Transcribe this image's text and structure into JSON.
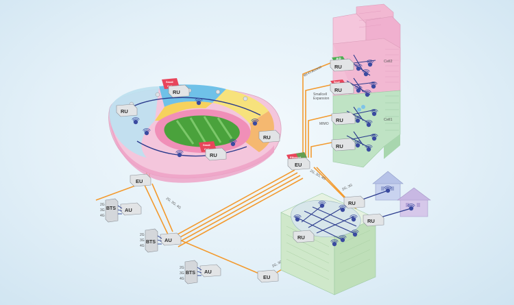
{
  "labels": {
    "ru": "RU",
    "eu": "EU",
    "au": "AU",
    "bts": "BTS",
    "ap": "AP",
    "small_cell_1": "Small",
    "small_cell_2": "Cell",
    "ethernet": "Ethernet",
    "gen_2g": "2G",
    "gen_3g": "3G",
    "gen_4g": "4G",
    "bands_234": "2G, 3G, 4G",
    "bands_23": "2G, 3G",
    "wifi_access": "Wi-Fi Access",
    "smallcell_expansion_1": "Smallcell",
    "smallcell_expansion_2": "Expansion",
    "mimo": "MIMO",
    "cell2": "Cell2",
    "cell1": "Cell1"
  },
  "colors": {
    "fiber": "#f39a2e",
    "cable": "#2a3a8c",
    "unit_fill": "#e2e4e6",
    "small_cell": "#e8455a",
    "ap": "#4caf50",
    "building_pink": "#f2b8d2",
    "building_green": "#bfe3c4",
    "office_green": "#d4ecd0",
    "house_blue": "#c9d3ef",
    "house_purple": "#d6c8ea"
  }
}
